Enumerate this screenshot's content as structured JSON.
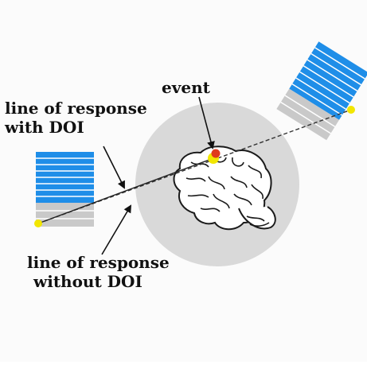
{
  "labels": {
    "event": "event",
    "line_with_doi": [
      "line of response",
      "with DOI"
    ],
    "line_without_doi": [
      "line of response",
      "without DOI"
    ]
  },
  "colors": {
    "crystal_blue": "#1f8ee8",
    "crystal_gray": "#c9c9c9",
    "field_of_view": "#d9d9d9",
    "event_point": "#e03a1c",
    "interaction_point": "#f2e600",
    "line": "#333333"
  },
  "icons": [
    "brain-illustration",
    "arrow-pointer"
  ]
}
